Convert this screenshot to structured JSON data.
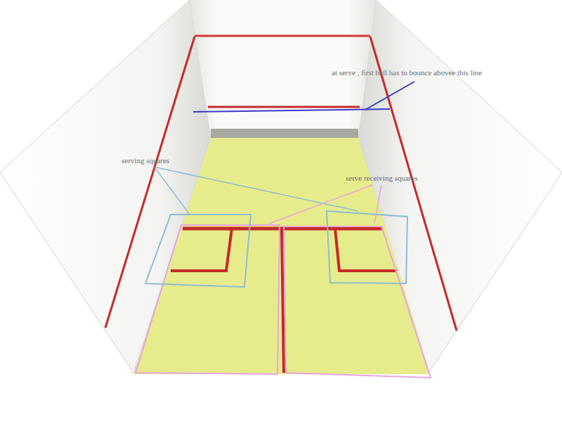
{
  "diagram": {
    "labels": [
      "at serve , first ball has to bounce abovee this line",
      "serving squares",
      "serve receiving squares"
    ]
  }
}
